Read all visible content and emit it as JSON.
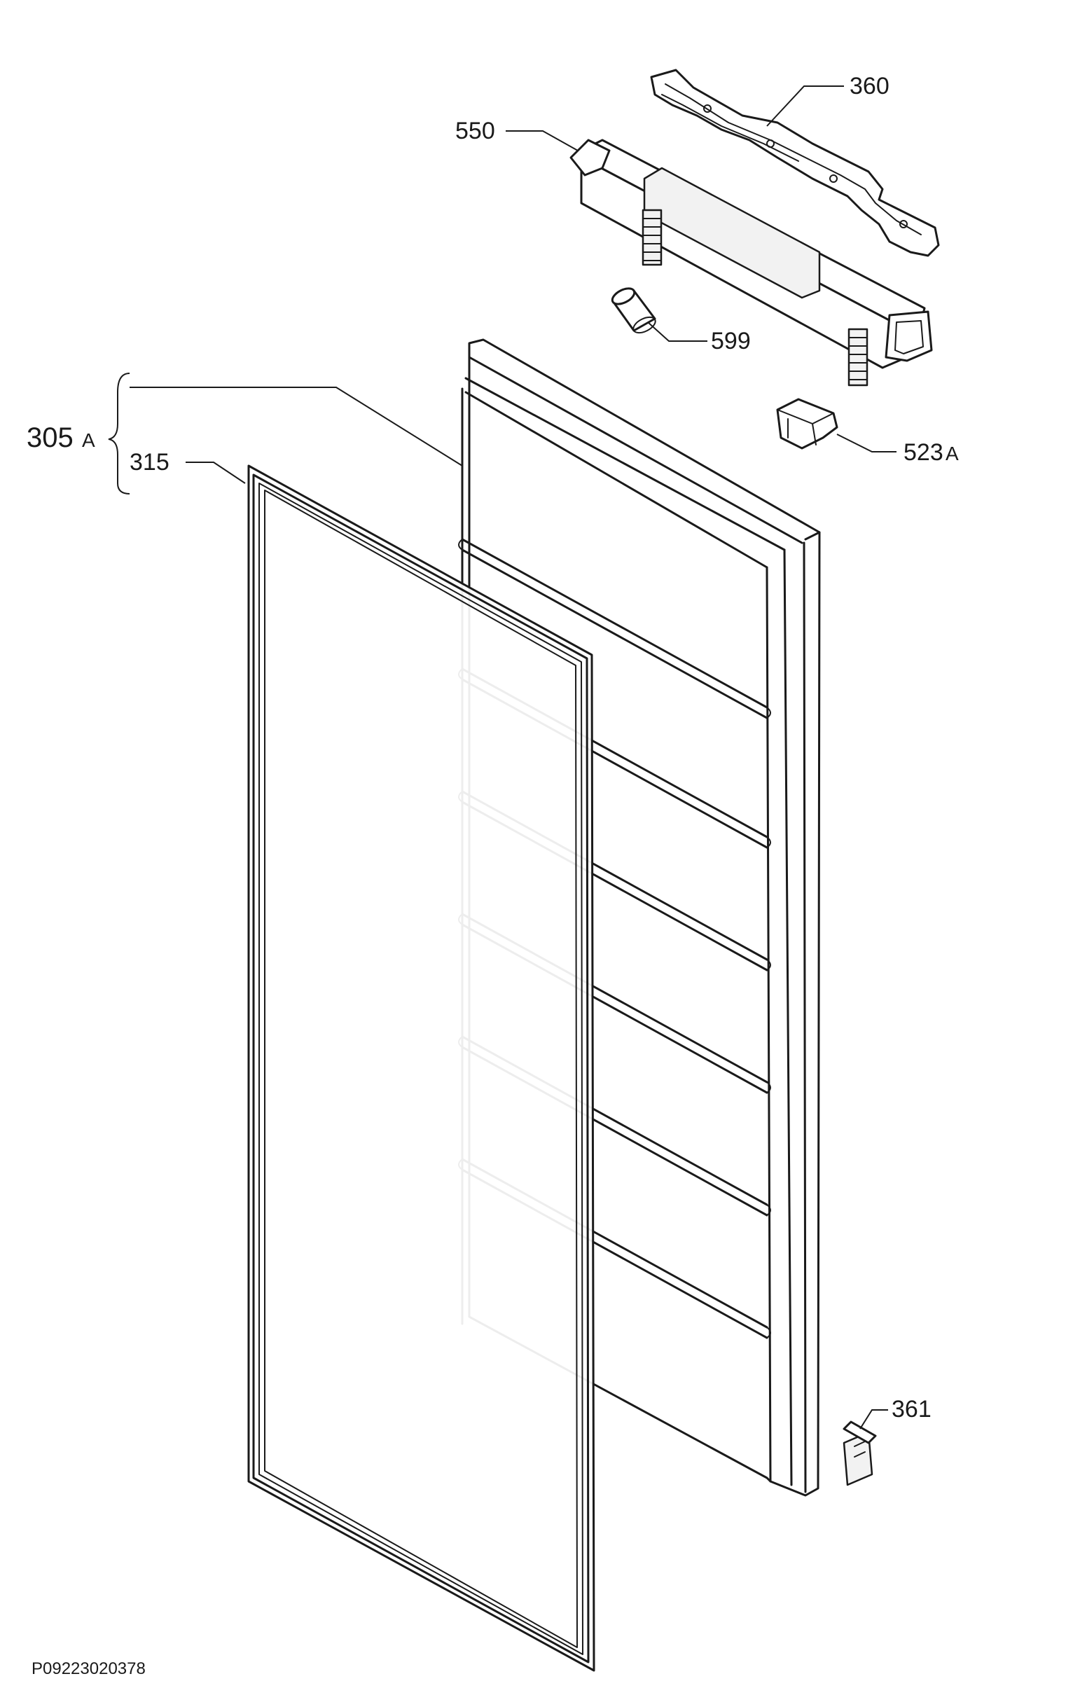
{
  "document_id": "P09223020378",
  "callouts": {
    "hinge_bracket": "360",
    "handle": "550",
    "handle_pin": "599",
    "door_assembly_main": "305",
    "door_assembly_suffix": "A",
    "gasket": "315",
    "stop_block_main": "523",
    "stop_block_suffix": "A",
    "clip": "361"
  },
  "colors": {
    "line": "#1a1a1a",
    "background": "#ffffff"
  }
}
